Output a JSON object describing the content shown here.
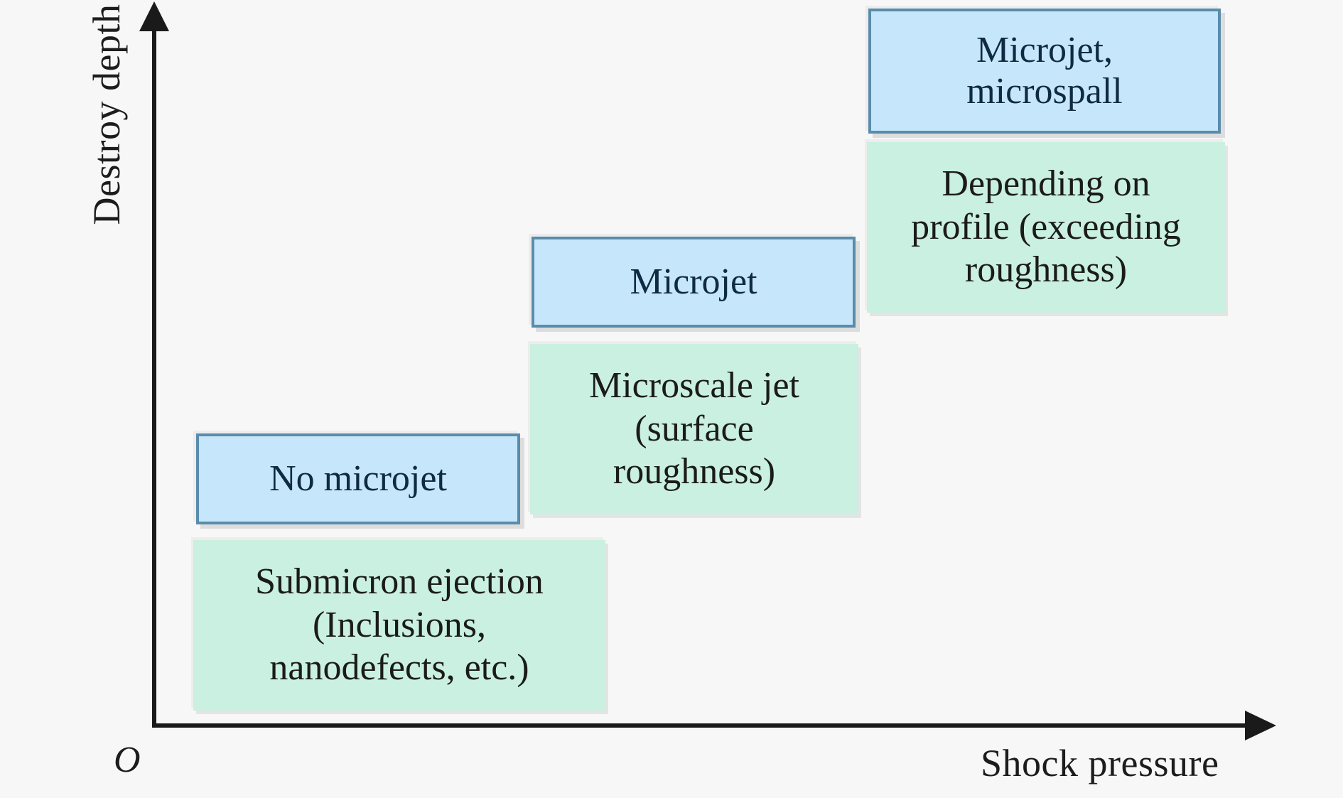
{
  "figure": {
    "type": "schematic-diagram",
    "background_color": "#f7f7f7"
  },
  "axes": {
    "y_label": "Destroy depth",
    "x_label": "Shock pressure",
    "origin_label": "O",
    "axis_color": "#1a1a1a",
    "y_arrow_icon": "arrow-up-icon",
    "x_arrow_icon": "arrow-right-icon"
  },
  "colors": {
    "blue_fill": "#c6e6fb",
    "blue_border": "#5a8cab",
    "blue_text": "#102a43",
    "green_fill": "#c9f0e0",
    "green_text": "#1b1b1b"
  },
  "tiers": [
    {
      "id": "low-pressure",
      "regime_label": "No microjet",
      "description": "Submicron ejection\n(Inclusions,\nnanodefects, etc.)"
    },
    {
      "id": "mid-pressure",
      "regime_label": "Microjet",
      "description": "Microscale jet\n(surface\nroughness)"
    },
    {
      "id": "high-pressure",
      "regime_label": "Microjet,\nmicrospall",
      "description": "Depending on\nprofile (exceeding\nroughness)"
    }
  ]
}
